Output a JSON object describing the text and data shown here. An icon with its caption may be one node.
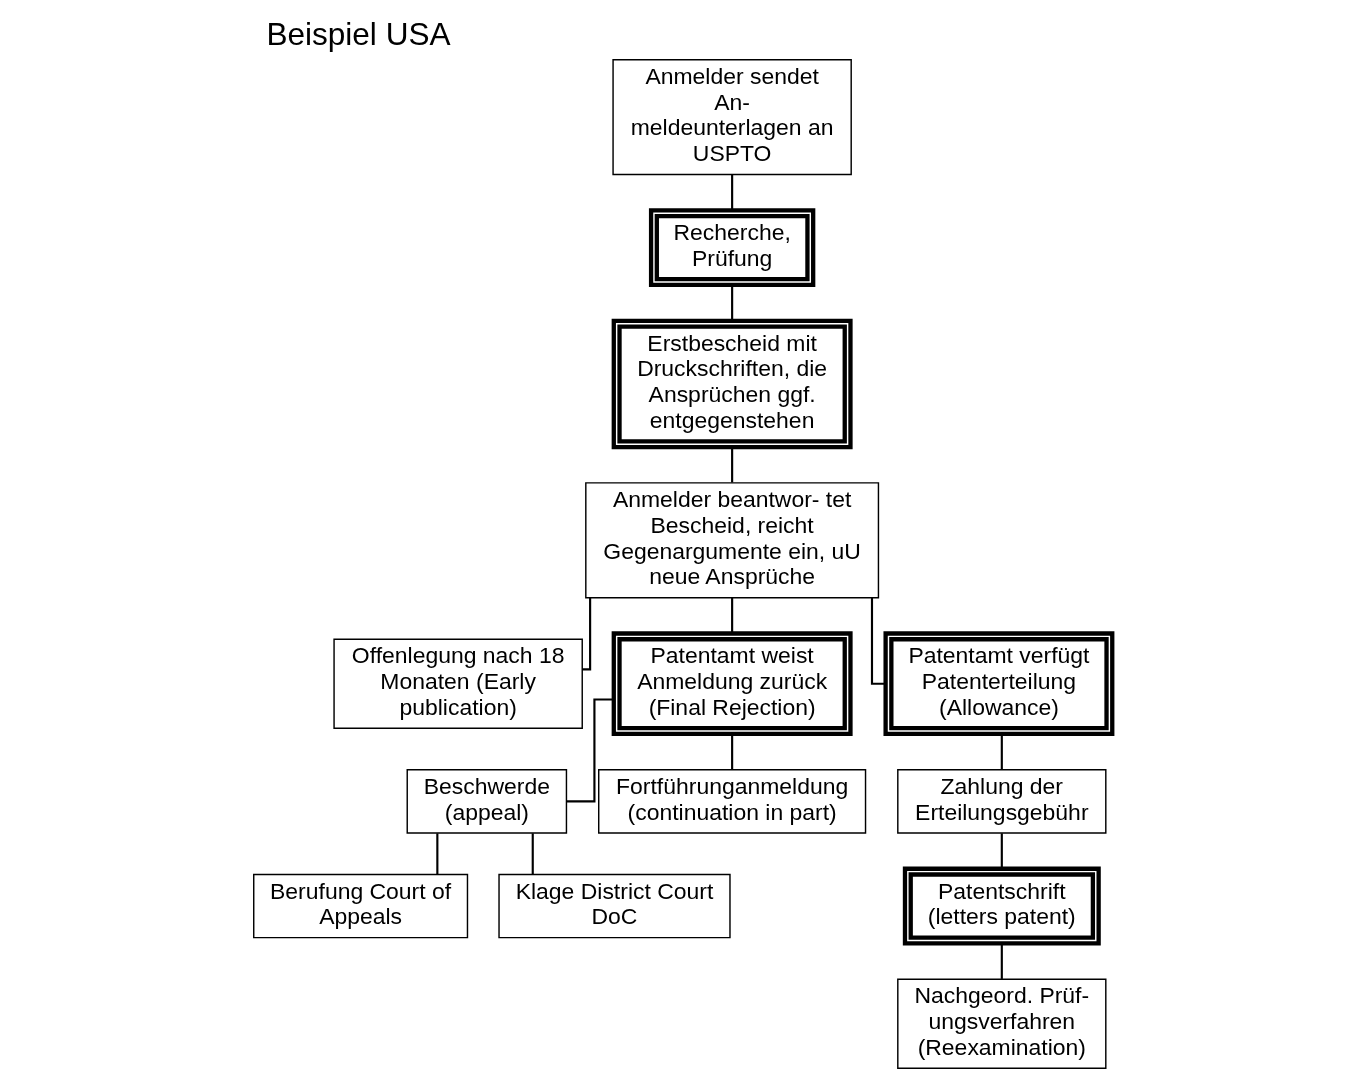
{
  "diagram": {
    "title": "Beispiel USA",
    "nodes": [
      {
        "text": [
          "Anmelder sendet An- meldeunterlagen an USPTO"
        ]
      },
      {
        "text": [
          "Recherche, Prüfung"
        ]
      },
      {
        "text": [
          "Erstbescheid mit Druckschriften, die Ansprüchen ggf. entgegenstehen"
        ]
      },
      {
        "text": [
          "Anmelder beantwor- tet Bescheid, reicht Gegenargumente ein, uU neue Ansprüche"
        ]
      },
      {
        "text": [
          "Offenlegung nach 18 Monaten (Early publication)"
        ]
      },
      {
        "text": [
          "Patentamt weist Anmeldung zurück (Final Rejection)"
        ]
      },
      {
        "text": [
          "Patentamt verfügt Patenterteilung (Allowance)"
        ]
      },
      {
        "text": [
          "Beschwerde (appeal)"
        ]
      },
      {
        "text": [
          "Fortführunganmeldung (continuation in part)"
        ]
      },
      {
        "text": [
          "Berufung Court of Appeals"
        ]
      },
      {
        "text": [
          "Klage District Court DoC"
        ]
      },
      {
        "text": [
          "Zahlung der Erteilungsgebühr"
        ]
      },
      {
        "text": [
          "Patentschrift (letters patent)"
        ]
      },
      {
        "text": [
          "Nachgeord. Prüf- ungsverfahren (Reexamination)"
        ]
      }
    ],
    "edges": [
      {
        "from": 0,
        "to": 1,
        "arrow": "none"
      },
      {
        "from": 1,
        "to": 2,
        "arrow": "none"
      },
      {
        "from": 2,
        "to": 3,
        "arrow": "none"
      },
      {
        "from": 3,
        "to": 4,
        "arrow": "none"
      },
      {
        "from": 3,
        "to": 5,
        "arrow": "none"
      },
      {
        "from": 3,
        "to": 6,
        "arrow": "none"
      },
      {
        "from": 5,
        "to": 7,
        "arrow": "none"
      },
      {
        "from": 5,
        "to": 8,
        "arrow": "none"
      },
      {
        "from": 7,
        "to": 9,
        "arrow": "none"
      },
      {
        "from": 7,
        "to": 10,
        "arrow": "none"
      },
      {
        "from": 6,
        "to": 11,
        "arrow": "none"
      },
      {
        "from": 11,
        "to": 12,
        "arrow": "none"
      },
      {
        "from": 12,
        "to": 13,
        "arrow": "none"
      }
    ]
  }
}
